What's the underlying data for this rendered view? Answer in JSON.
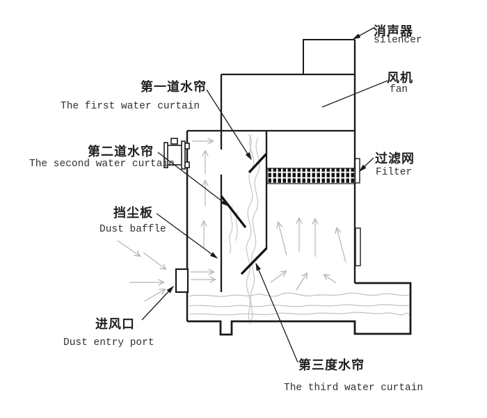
{
  "diagram_title": "water curtain dust removal system section view",
  "labels": {
    "silencer": {
      "zh": "消声器",
      "en": "silencer"
    },
    "fan": {
      "zh": "风机",
      "en": "fan"
    },
    "first_curtain": {
      "zh": "第一道水帘",
      "en": "The first water curtain"
    },
    "second_curtain": {
      "zh": "第二道水帘",
      "en": "The second water curtain"
    },
    "dust_baffle": {
      "zh": "挡尘板",
      "en": "Dust baffle"
    },
    "entry_port": {
      "zh": "进风口",
      "en": "Dust entry port"
    },
    "filter": {
      "zh": "过滤网",
      "en": "Filter"
    },
    "third_curtain": {
      "zh": "第三度水帘",
      "en": "The third water curtain"
    }
  },
  "colors": {
    "line": "#1a1a1a",
    "flow_gray": "#b3b3b3",
    "water_gray": "#b8b8b8",
    "background": "#ffffff",
    "text": "#1f1f1f"
  }
}
